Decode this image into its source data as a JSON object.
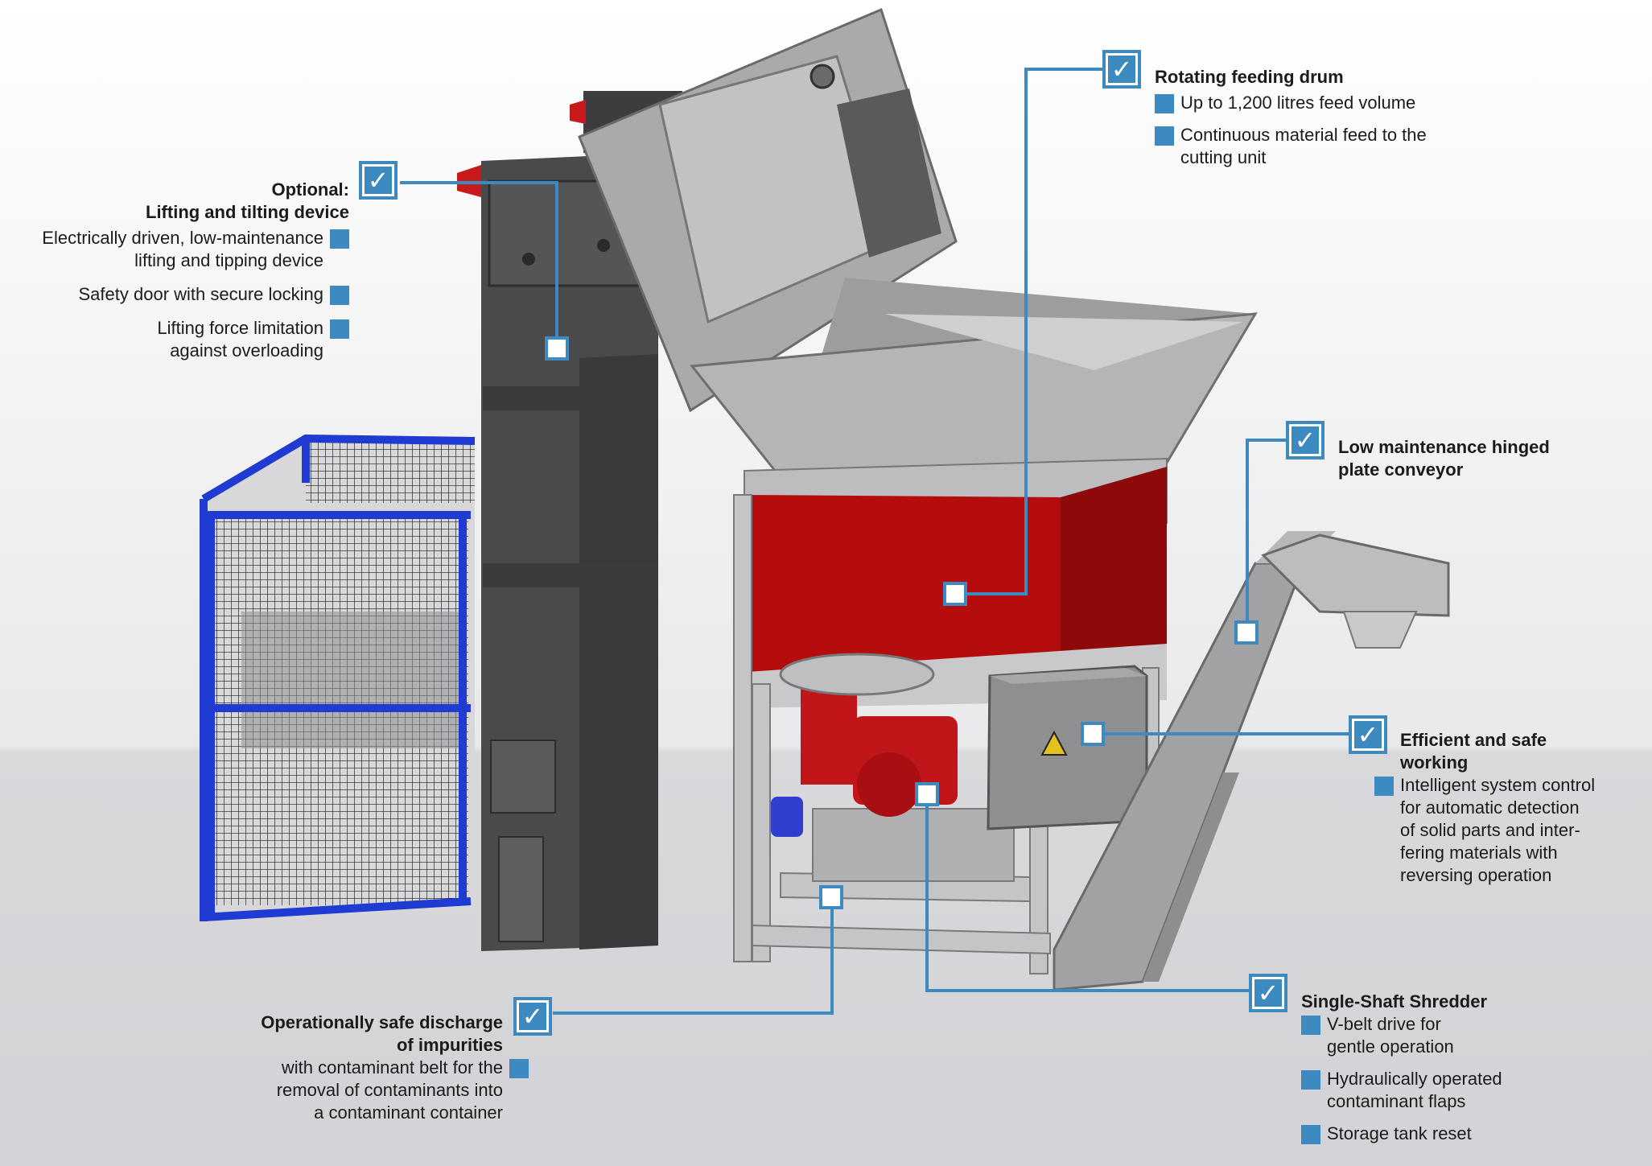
{
  "callouts": {
    "lifting": {
      "title_line1": "Optional:",
      "title_line2": "Lifting and tilting device",
      "items": [
        {
          "line1": "Electrically driven, low-maintenance",
          "line2": "lifting and tipping device"
        },
        {
          "line1": "Safety door with secure locking",
          "line2": ""
        },
        {
          "line1": "Lifting force limitation",
          "line2": "against overloading"
        }
      ]
    },
    "drum": {
      "title": "Rotating feeding drum",
      "items": [
        {
          "line1": "Up to 1,200 litres feed volume",
          "line2": ""
        },
        {
          "line1": "Continuous material feed to the",
          "line2": "cutting unit"
        }
      ]
    },
    "conveyor": {
      "title_line1": "Low maintenance hinged",
      "title_line2": "plate conveyor"
    },
    "efficient": {
      "title_line1": "Efficient and safe",
      "title_line2": "working",
      "text_lines": [
        "Intelligent system control",
        "for automatic detection",
        "of solid parts and inter-",
        "fering materials with",
        "reversing operation"
      ]
    },
    "discharge": {
      "title_line1": "Operationally safe discharge",
      "title_line2": "of impurities",
      "text_lines": [
        "with contaminant belt for the",
        "removal of contaminants into",
        "a contaminant container"
      ]
    },
    "shredder": {
      "title": "Single-Shaft Shredder",
      "items": [
        {
          "line1": "V-belt drive for",
          "line2": "gentle operation"
        },
        {
          "line1": "Hydraulically operated",
          "line2": "contaminant flaps"
        },
        {
          "line1": "Storage tank reset",
          "line2": ""
        }
      ]
    }
  },
  "check_glyph": "✓",
  "colors": {
    "accent": "#3d8ac0",
    "machine_red": "#b50d0d",
    "cage_blue": "#1f3bd1",
    "column_dark": "#4a4a4c",
    "steel_grey": "#b9b9bb"
  }
}
